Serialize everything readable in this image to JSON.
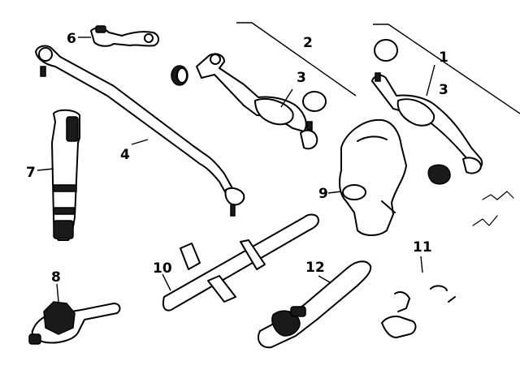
{
  "callouts": {
    "c1": "1",
    "c2": "2",
    "c3a": "3",
    "c3b": "3",
    "c4": "4",
    "c6": "6",
    "c7": "7",
    "c8": "8",
    "c9": "9",
    "c10": "10",
    "c11": "11",
    "c12": "12"
  },
  "colors": {
    "ink": "#000000",
    "paper": "#ffffff"
  }
}
